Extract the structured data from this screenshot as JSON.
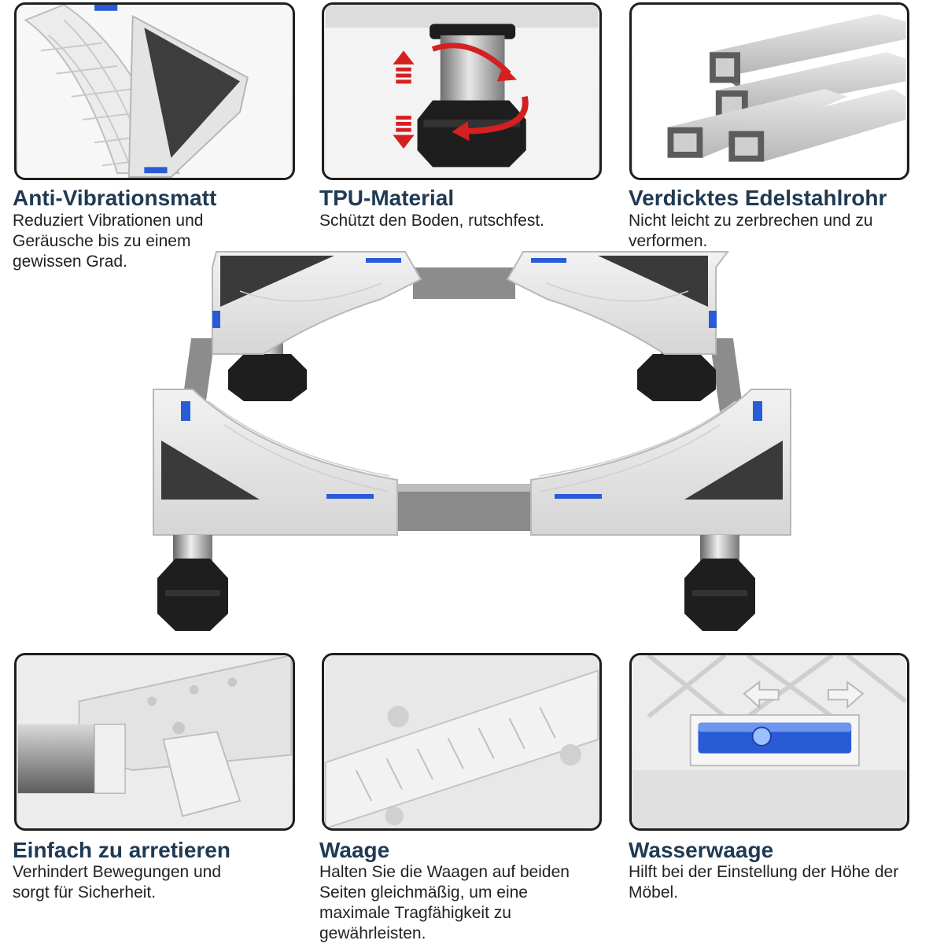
{
  "features": [
    {
      "id": "anti-vibration",
      "title": "Anti-Vibrationsmatt",
      "description": "Reduziert Vibrationen und Geräusche bis zu einem gewissen Grad."
    },
    {
      "id": "tpu",
      "title": "TPU-Material",
      "description": "Schützt den Boden, rutschfest."
    },
    {
      "id": "steel-tube",
      "title": "Verdicktes Edelstahlrohr",
      "description": "Nicht leicht zu zerbrechen und zu verformen."
    },
    {
      "id": "lock",
      "title": "Einfach zu arretieren",
      "description": "Verhindert Bewegungen und sorgt für Sicherheit."
    },
    {
      "id": "scale",
      "title": "Waage",
      "description": "Halten Sie die Waagen auf beiden Seiten gleichmäßig, um eine maximale Tragfähigkeit zu gewährleisten."
    },
    {
      "id": "spirit-level",
      "title": "Wasserwaage",
      "description": "Hilft bei der Einstellung der Höhe der Möbel."
    }
  ],
  "colors": {
    "heading": "#1f3a52",
    "text": "#222222",
    "arrow": "#d42020",
    "level_blue": "#2a5bd7",
    "pad": "#3a3a3a",
    "frame": "#e6e6e6",
    "steel": "#9a9a9a"
  },
  "icons": {
    "up_arrow": "up-arrow-icon",
    "down_arrow": "down-arrow-icon",
    "rotate_arrow": "rotate-arrow-icon",
    "left_arrow": "left-arrow-icon",
    "right_arrow": "right-arrow-icon"
  }
}
